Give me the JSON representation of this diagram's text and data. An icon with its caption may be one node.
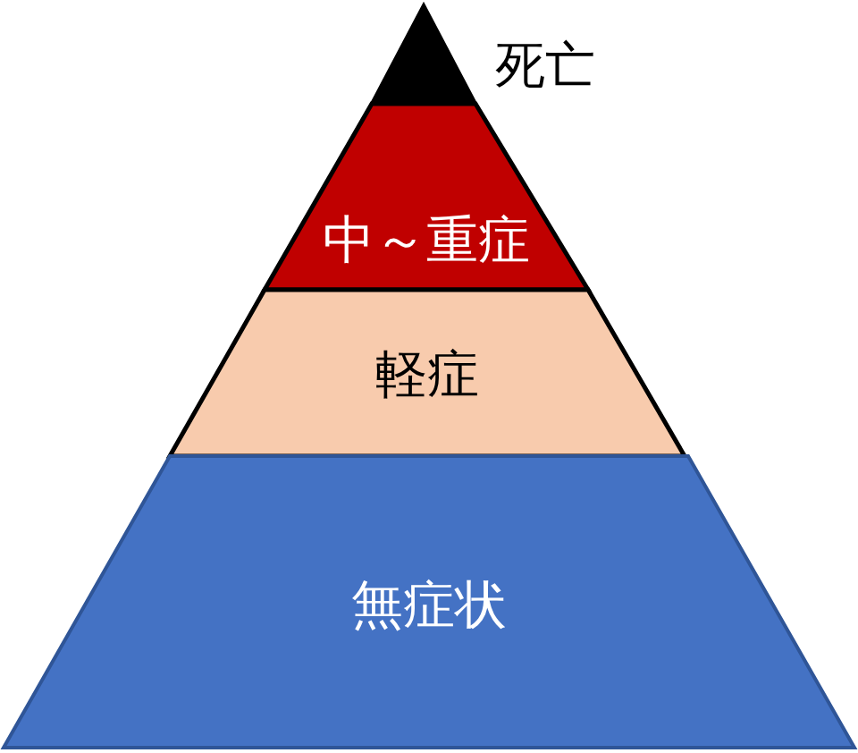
{
  "diagram": {
    "nodes": [
      {
        "text": [],
        "shape": "triangle",
        "beside": [
          "死亡"
        ]
      },
      {
        "text": [
          "中～重症"
        ]
      },
      {
        "text": [
          "軽症"
        ]
      },
      {
        "text": [
          "無症状"
        ]
      }
    ]
  }
}
